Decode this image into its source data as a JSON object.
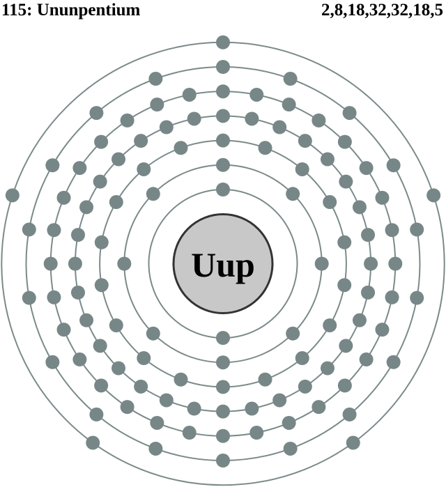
{
  "element": {
    "title": "115: Ununpentium",
    "symbol": "Uup",
    "configuration_text": "2,8,18,32,32,18,5"
  },
  "shells": [
    2,
    8,
    18,
    32,
    32,
    18,
    5
  ],
  "colors": {
    "electron": "#778787",
    "shell_line": "#7b8a8a",
    "nucleus_fill": "#c8c8c8",
    "nucleus_stroke": "#333333"
  }
}
